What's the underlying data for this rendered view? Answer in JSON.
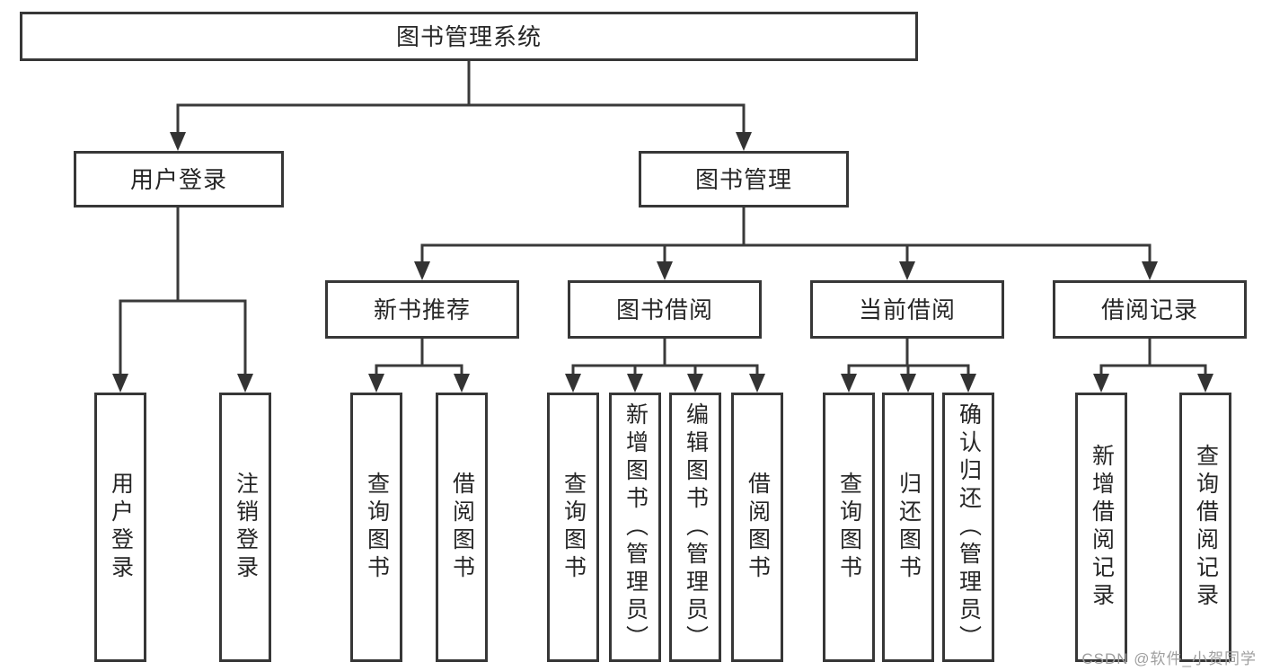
{
  "diagram": {
    "title": "图书管理系统",
    "root": {
      "label": "图书管理系统"
    },
    "branches": [
      {
        "label": "用户登录",
        "children": [
          {
            "label": "用户登录"
          },
          {
            "label": "注销登录"
          }
        ]
      },
      {
        "label": "图书管理",
        "children": [
          {
            "label": "新书推荐",
            "children": [
              {
                "label": "查询图书"
              },
              {
                "label": "借阅图书"
              }
            ]
          },
          {
            "label": "图书借阅",
            "children": [
              {
                "label": "查询图书"
              },
              {
                "label": "新增图书（管理员）"
              },
              {
                "label": "编辑图书（管理员）"
              },
              {
                "label": "借阅图书"
              }
            ]
          },
          {
            "label": "当前借阅",
            "children": [
              {
                "label": "查询图书"
              },
              {
                "label": "归还图书"
              },
              {
                "label": "确认归还（管理员）"
              }
            ]
          },
          {
            "label": "借阅记录",
            "children": [
              {
                "label": "新增借阅记录"
              },
              {
                "label": "查询借阅记录"
              }
            ]
          }
        ]
      }
    ]
  },
  "watermark": "CSDN @软件_小贺同学",
  "colors": {
    "line": "#3a3a3a",
    "box_border": "#373737",
    "text": "#262626",
    "watermark": "#9f9f9f",
    "background": "#ffffff"
  }
}
